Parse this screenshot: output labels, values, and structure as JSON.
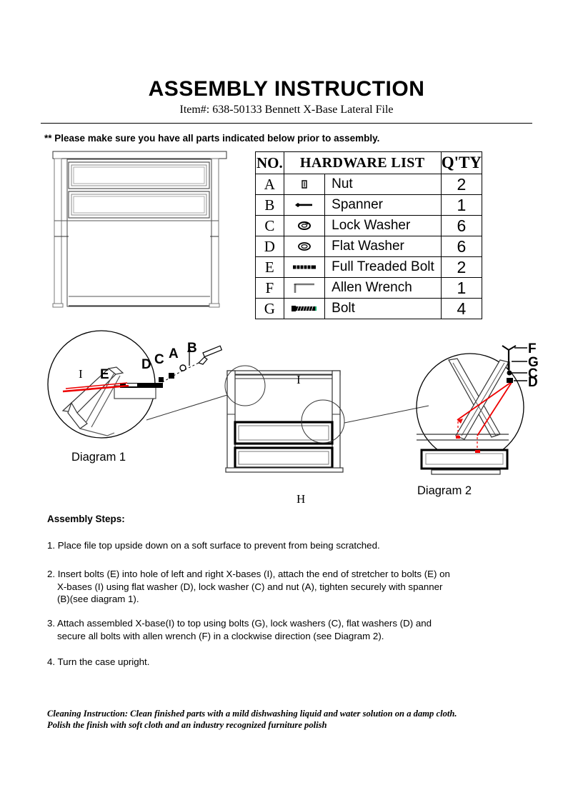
{
  "document": {
    "title": "ASSEMBLY INSTRUCTION",
    "subtitle": "Item#: 638-50133 Bennett X-Base Lateral File",
    "notice": "** Please make sure you have all parts indicated below prior to assembly."
  },
  "hardware_table": {
    "headers": {
      "no": "NO.",
      "hardware_list": "HARDWARE LIST",
      "qty": "Q'TY"
    },
    "rows": [
      {
        "no": "A",
        "icon": "nut-icon",
        "name": "Nut",
        "qty": "2"
      },
      {
        "no": "B",
        "icon": "spanner-icon",
        "name": "Spanner",
        "qty": "1"
      },
      {
        "no": "C",
        "icon": "lock-washer-icon",
        "name": "Lock  Washer",
        "qty": "6"
      },
      {
        "no": "D",
        "icon": "flat-washer-icon",
        "name": "Flat  Washer",
        "qty": "6"
      },
      {
        "no": "E",
        "icon": "threaded-bolt-icon",
        "name": "Full Treaded Bolt",
        "qty": "2"
      },
      {
        "no": "F",
        "icon": "allen-wrench-icon",
        "name": "Allen  Wrench",
        "qty": "1"
      },
      {
        "no": "G",
        "icon": "bolt-icon",
        "name": "Bolt",
        "qty": "4"
      }
    ]
  },
  "diagrams": {
    "diagram1": {
      "caption": "Diagram 1",
      "part_label": "I",
      "callout_labels": [
        "E",
        "D",
        "C",
        "A",
        "B"
      ]
    },
    "center": {
      "top_label": "I",
      "bottom_label": "H"
    },
    "diagram2": {
      "caption": "Diagram 2",
      "callout_labels": [
        "F",
        "G",
        "C",
        "D"
      ]
    }
  },
  "assembly": {
    "heading": "Assembly Steps:",
    "steps": [
      "1. Place file top upside down on a soft surface to prevent from being scratched.",
      "2. Insert bolts (E) into hole of left and right X-bases (I), attach the end of stretcher to bolts (E) on",
      "X-bases (I) using flat washer (D), lock washer (C) and nut (A), tighten securely with spanner",
      "(B)(see diagram 1).",
      "3. Attach assembled X-base(I) to top using bolts (G), lock washers (C), flat washers (D) and",
      "secure all bolts with allen wrench (F) in a clockwise direction (see Diagram 2).",
      "4. Turn the case upright."
    ]
  },
  "cleaning": {
    "line1": "Cleaning Instruction: Clean finished parts with a mild dishwashing liquid and water solution on a damp cloth.",
    "line2": "Polish the finish with soft cloth and an industry recognized furniture polish"
  },
  "colors": {
    "ink": "#000000",
    "accent_red": "#ee0000",
    "line_gray": "#555555",
    "paper": "#ffffff"
  }
}
